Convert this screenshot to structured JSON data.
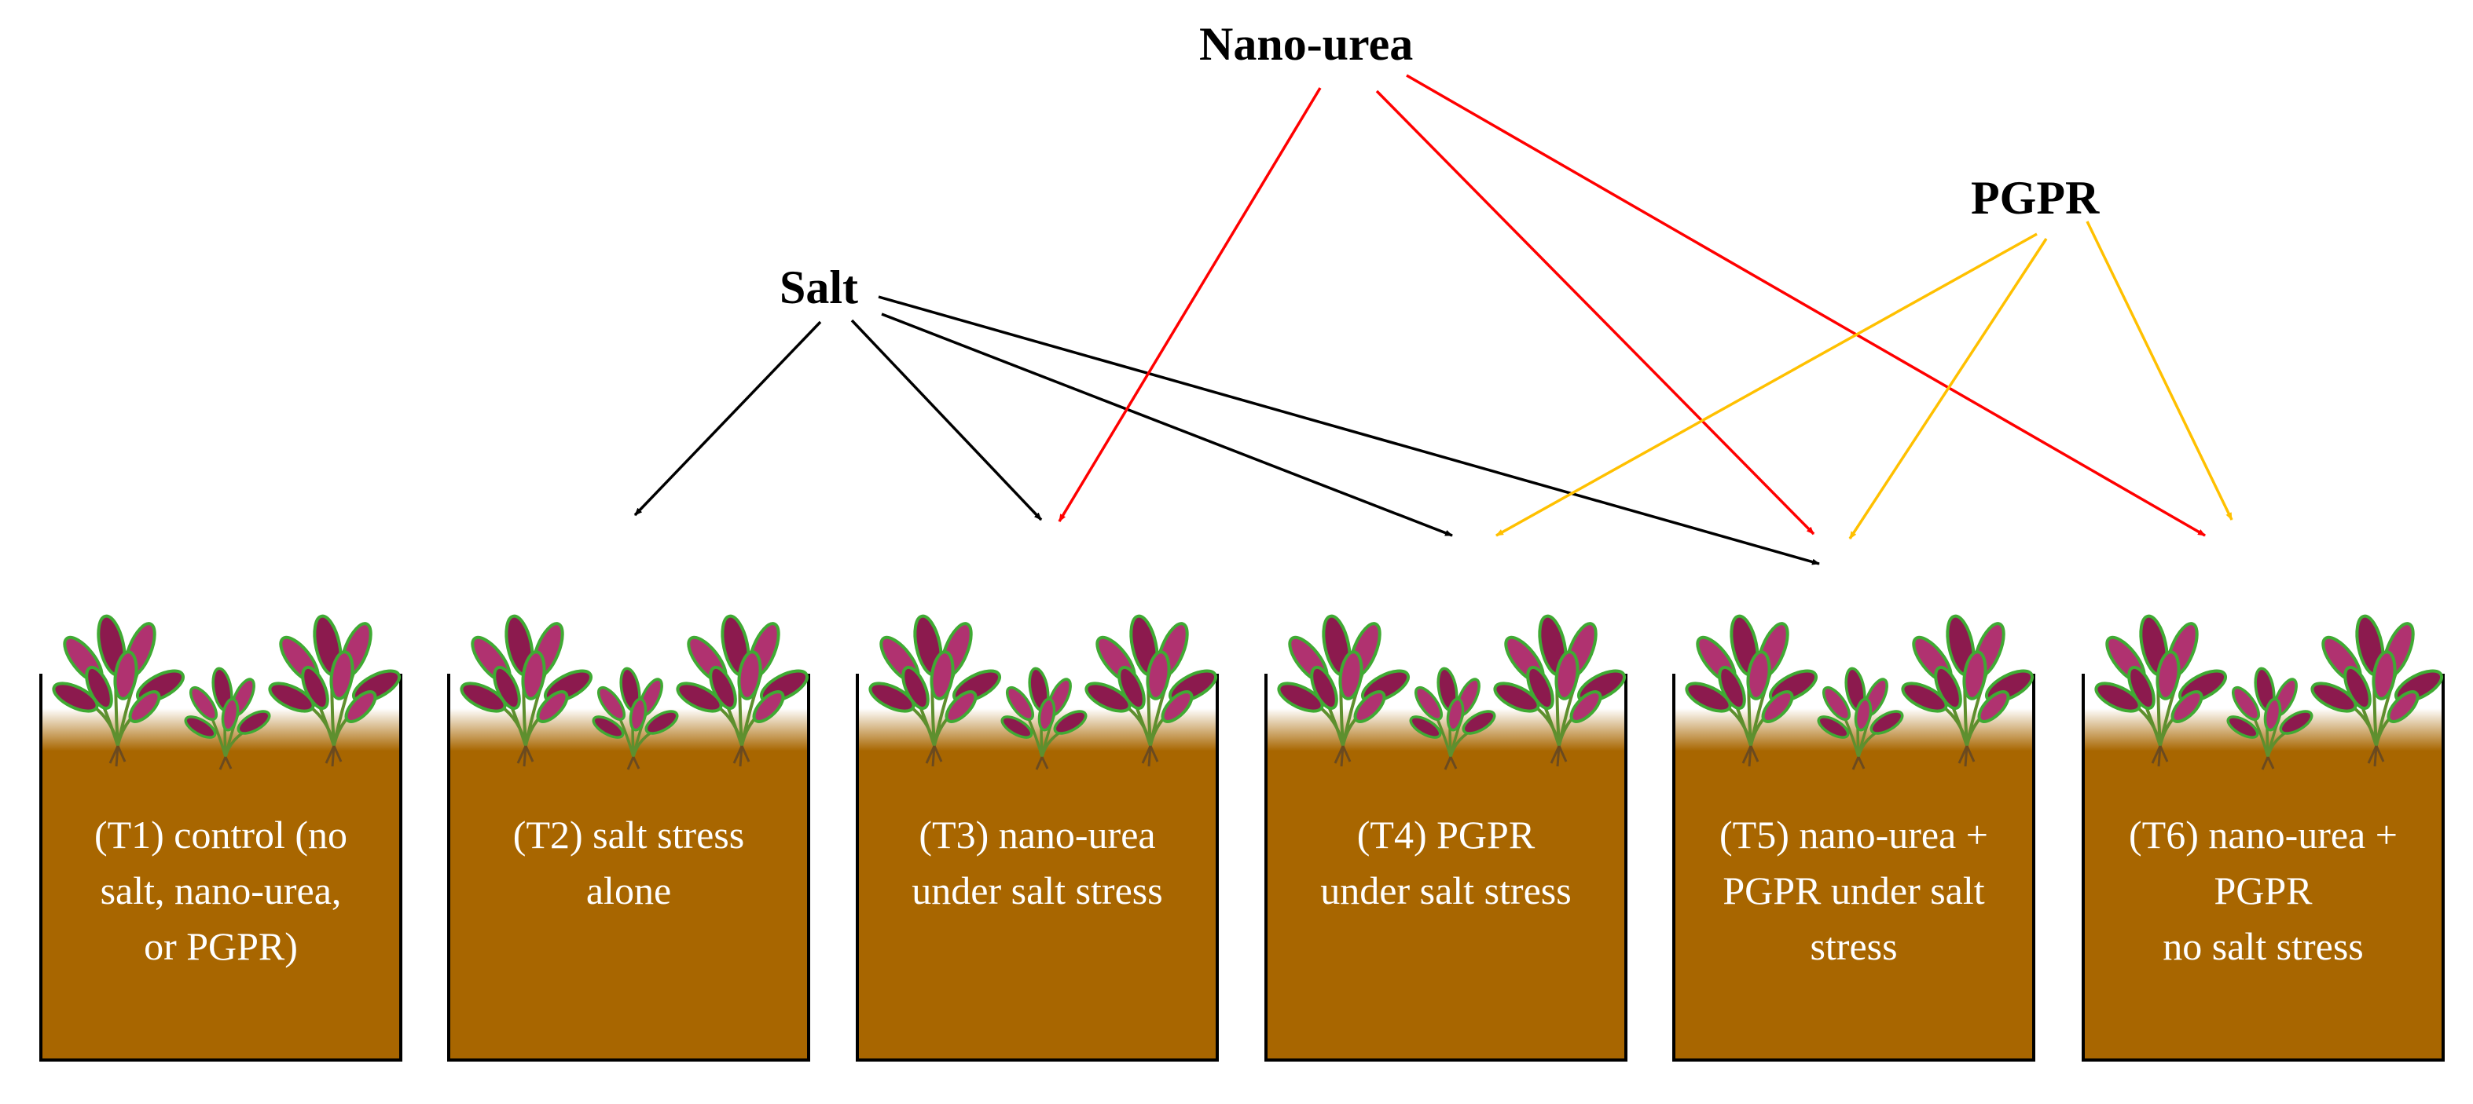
{
  "factors": {
    "nano_urea": "Nano-urea",
    "salt": "Salt",
    "pgpr": "PGPR"
  },
  "colors": {
    "salt_arrow": "#000000",
    "nano_urea_arrow": "#ff0000",
    "pgpr_arrow": "#ffc000",
    "soil": "#a86600",
    "pot_outline": "#000000",
    "leaf_purple": "#8c1a4e",
    "leaf_pink": "#b03270",
    "leaf_green": "#3faa33",
    "stem": "#5e8f2e",
    "root": "#6b4a1f",
    "label_text": "#ffffff"
  },
  "icons": [
    "plant-icon",
    "pot-icon",
    "arrow-icon"
  ],
  "treatments": [
    {
      "id": "T1",
      "lines": [
        "(T1) control (no",
        "salt, nano-urea,",
        "or PGPR)"
      ],
      "salt": false,
      "nano_urea": false,
      "pgpr": false
    },
    {
      "id": "T2",
      "lines": [
        "(T2) salt stress",
        "alone"
      ],
      "salt": true,
      "nano_urea": false,
      "pgpr": false
    },
    {
      "id": "T3",
      "lines": [
        "(T3) nano-urea",
        "under salt stress"
      ],
      "salt": true,
      "nano_urea": true,
      "pgpr": false
    },
    {
      "id": "T4",
      "lines": [
        "(T4) PGPR",
        "under salt stress"
      ],
      "salt": true,
      "nano_urea": false,
      "pgpr": true
    },
    {
      "id": "T5",
      "lines": [
        "(T5) nano-urea +",
        "PGPR under salt",
        "stress"
      ],
      "salt": true,
      "nano_urea": true,
      "pgpr": true
    },
    {
      "id": "T6",
      "lines": [
        "(T6) nano-urea +",
        "PGPR",
        "no salt stress"
      ],
      "salt": false,
      "nano_urea": true,
      "pgpr": true
    }
  ]
}
